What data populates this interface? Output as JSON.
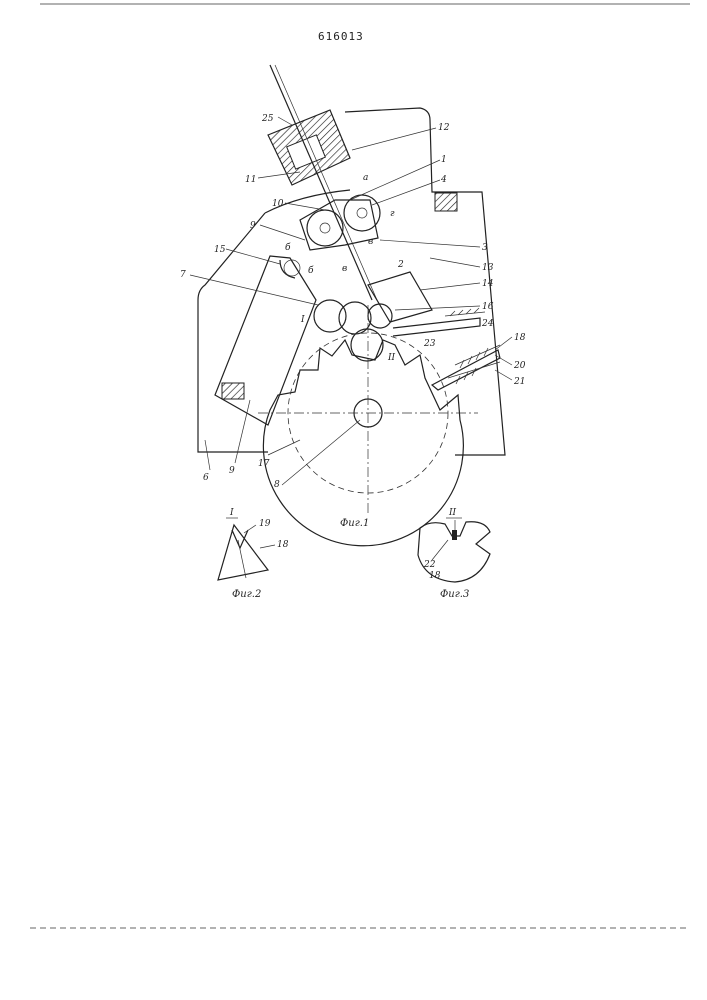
{
  "document": {
    "number": "616013"
  },
  "figures": {
    "fig1_caption": "Фиг.1",
    "fig2_caption": "Фиг.2",
    "fig3_caption": "Фиг.3",
    "fig2_view_mark": "I",
    "fig3_view_mark": "II"
  },
  "callouts": {
    "n25": "25",
    "n12": "12",
    "n11": "11",
    "n1": "1",
    "n4": "4",
    "n10": "10",
    "n9": "9",
    "n3": "3",
    "n15": "15",
    "n13": "13",
    "n2": "2",
    "n14": "14",
    "n7": "7",
    "n16": "16",
    "n24": "24",
    "n23": "23",
    "n18": "18",
    "n20": "20",
    "n21": "21",
    "n6": "6",
    "n5": "9",
    "n17": "17",
    "n8": "8",
    "n19": "19",
    "n18b": "18",
    "n22": "22",
    "n18c": "18"
  },
  "letters": {
    "a": "a",
    "b1": "б",
    "b2": "б",
    "v1": "в",
    "v2": "в",
    "g": "г",
    "roman1": "I",
    "roman2": "II"
  }
}
